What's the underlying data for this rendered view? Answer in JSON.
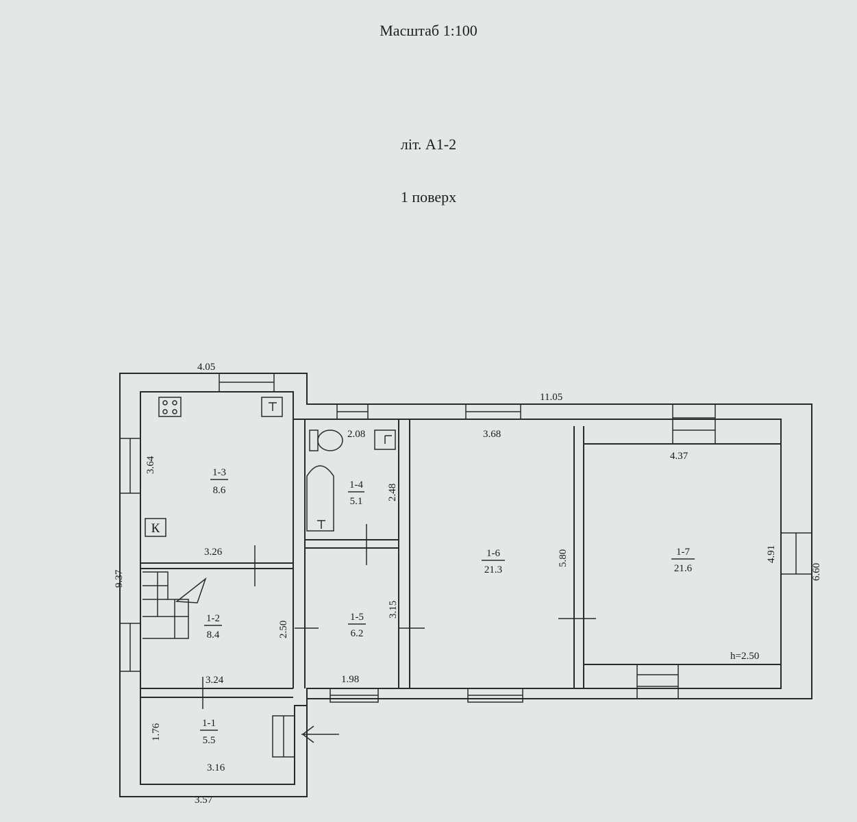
{
  "header": {
    "scale": "Масштаб 1:100",
    "building": "літ. А1-2",
    "floor": "1 поверх"
  },
  "rooms": [
    {
      "id": "1-1",
      "area": "5.5"
    },
    {
      "id": "1-2",
      "area": "8.4"
    },
    {
      "id": "1-3",
      "area": "8.6"
    },
    {
      "id": "1-4",
      "area": "5.1"
    },
    {
      "id": "1-5",
      "area": "6.2"
    },
    {
      "id": "1-6",
      "area": "21.3"
    },
    {
      "id": "1-7",
      "area": "21.6"
    }
  ],
  "dimensions": {
    "top_left_width": "4.05",
    "top_right_width": "11.05",
    "overall_height": "9.37",
    "right_height": "6.60",
    "bottom_left_width": "3.57",
    "r13_width": "3.26",
    "r13_height": "3.64",
    "r12_width": "3.24",
    "r12_height": "2.50",
    "r11_width": "3.16",
    "r11_height": "1.76",
    "r14_width": "2.08",
    "r14_height": "2.48",
    "r15_width": "1.98",
    "r15_height": "3.15",
    "r16_width": "3.68",
    "r16_height": "5.80",
    "r17_width": "4.37",
    "r17_height": "4.91"
  },
  "ceiling_height": "h=2.50",
  "kitchen_marker": "К"
}
